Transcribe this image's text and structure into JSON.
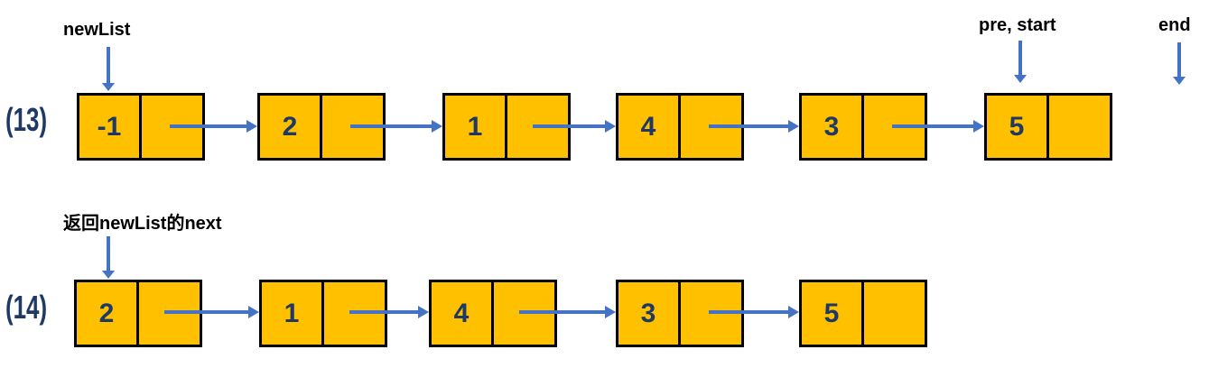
{
  "figure": {
    "title_hint": "linked list reversal steps",
    "colors": {
      "node_fill": "#FFC000",
      "node_border": "#000000",
      "node_value_text": "#1F3864",
      "arrow": "#4472C4",
      "pointer_label_text": "#000000",
      "step_label_text": "#1F3864"
    },
    "rows": [
      {
        "step_label": "(13)",
        "nodes": [
          {
            "value": "-1"
          },
          {
            "value": "2"
          },
          {
            "value": "1"
          },
          {
            "value": "4"
          },
          {
            "value": "3"
          },
          {
            "value": "5"
          }
        ],
        "pointer_labels": [
          {
            "label": "newList"
          },
          {
            "label": "pre, start"
          },
          {
            "label": "end"
          }
        ]
      },
      {
        "step_label": "(14)",
        "nodes": [
          {
            "value": "2"
          },
          {
            "value": "1"
          },
          {
            "value": "4"
          },
          {
            "value": "3"
          },
          {
            "value": "5"
          }
        ],
        "pointer_labels": [
          {
            "label": "返回newList的next"
          }
        ]
      }
    ]
  }
}
